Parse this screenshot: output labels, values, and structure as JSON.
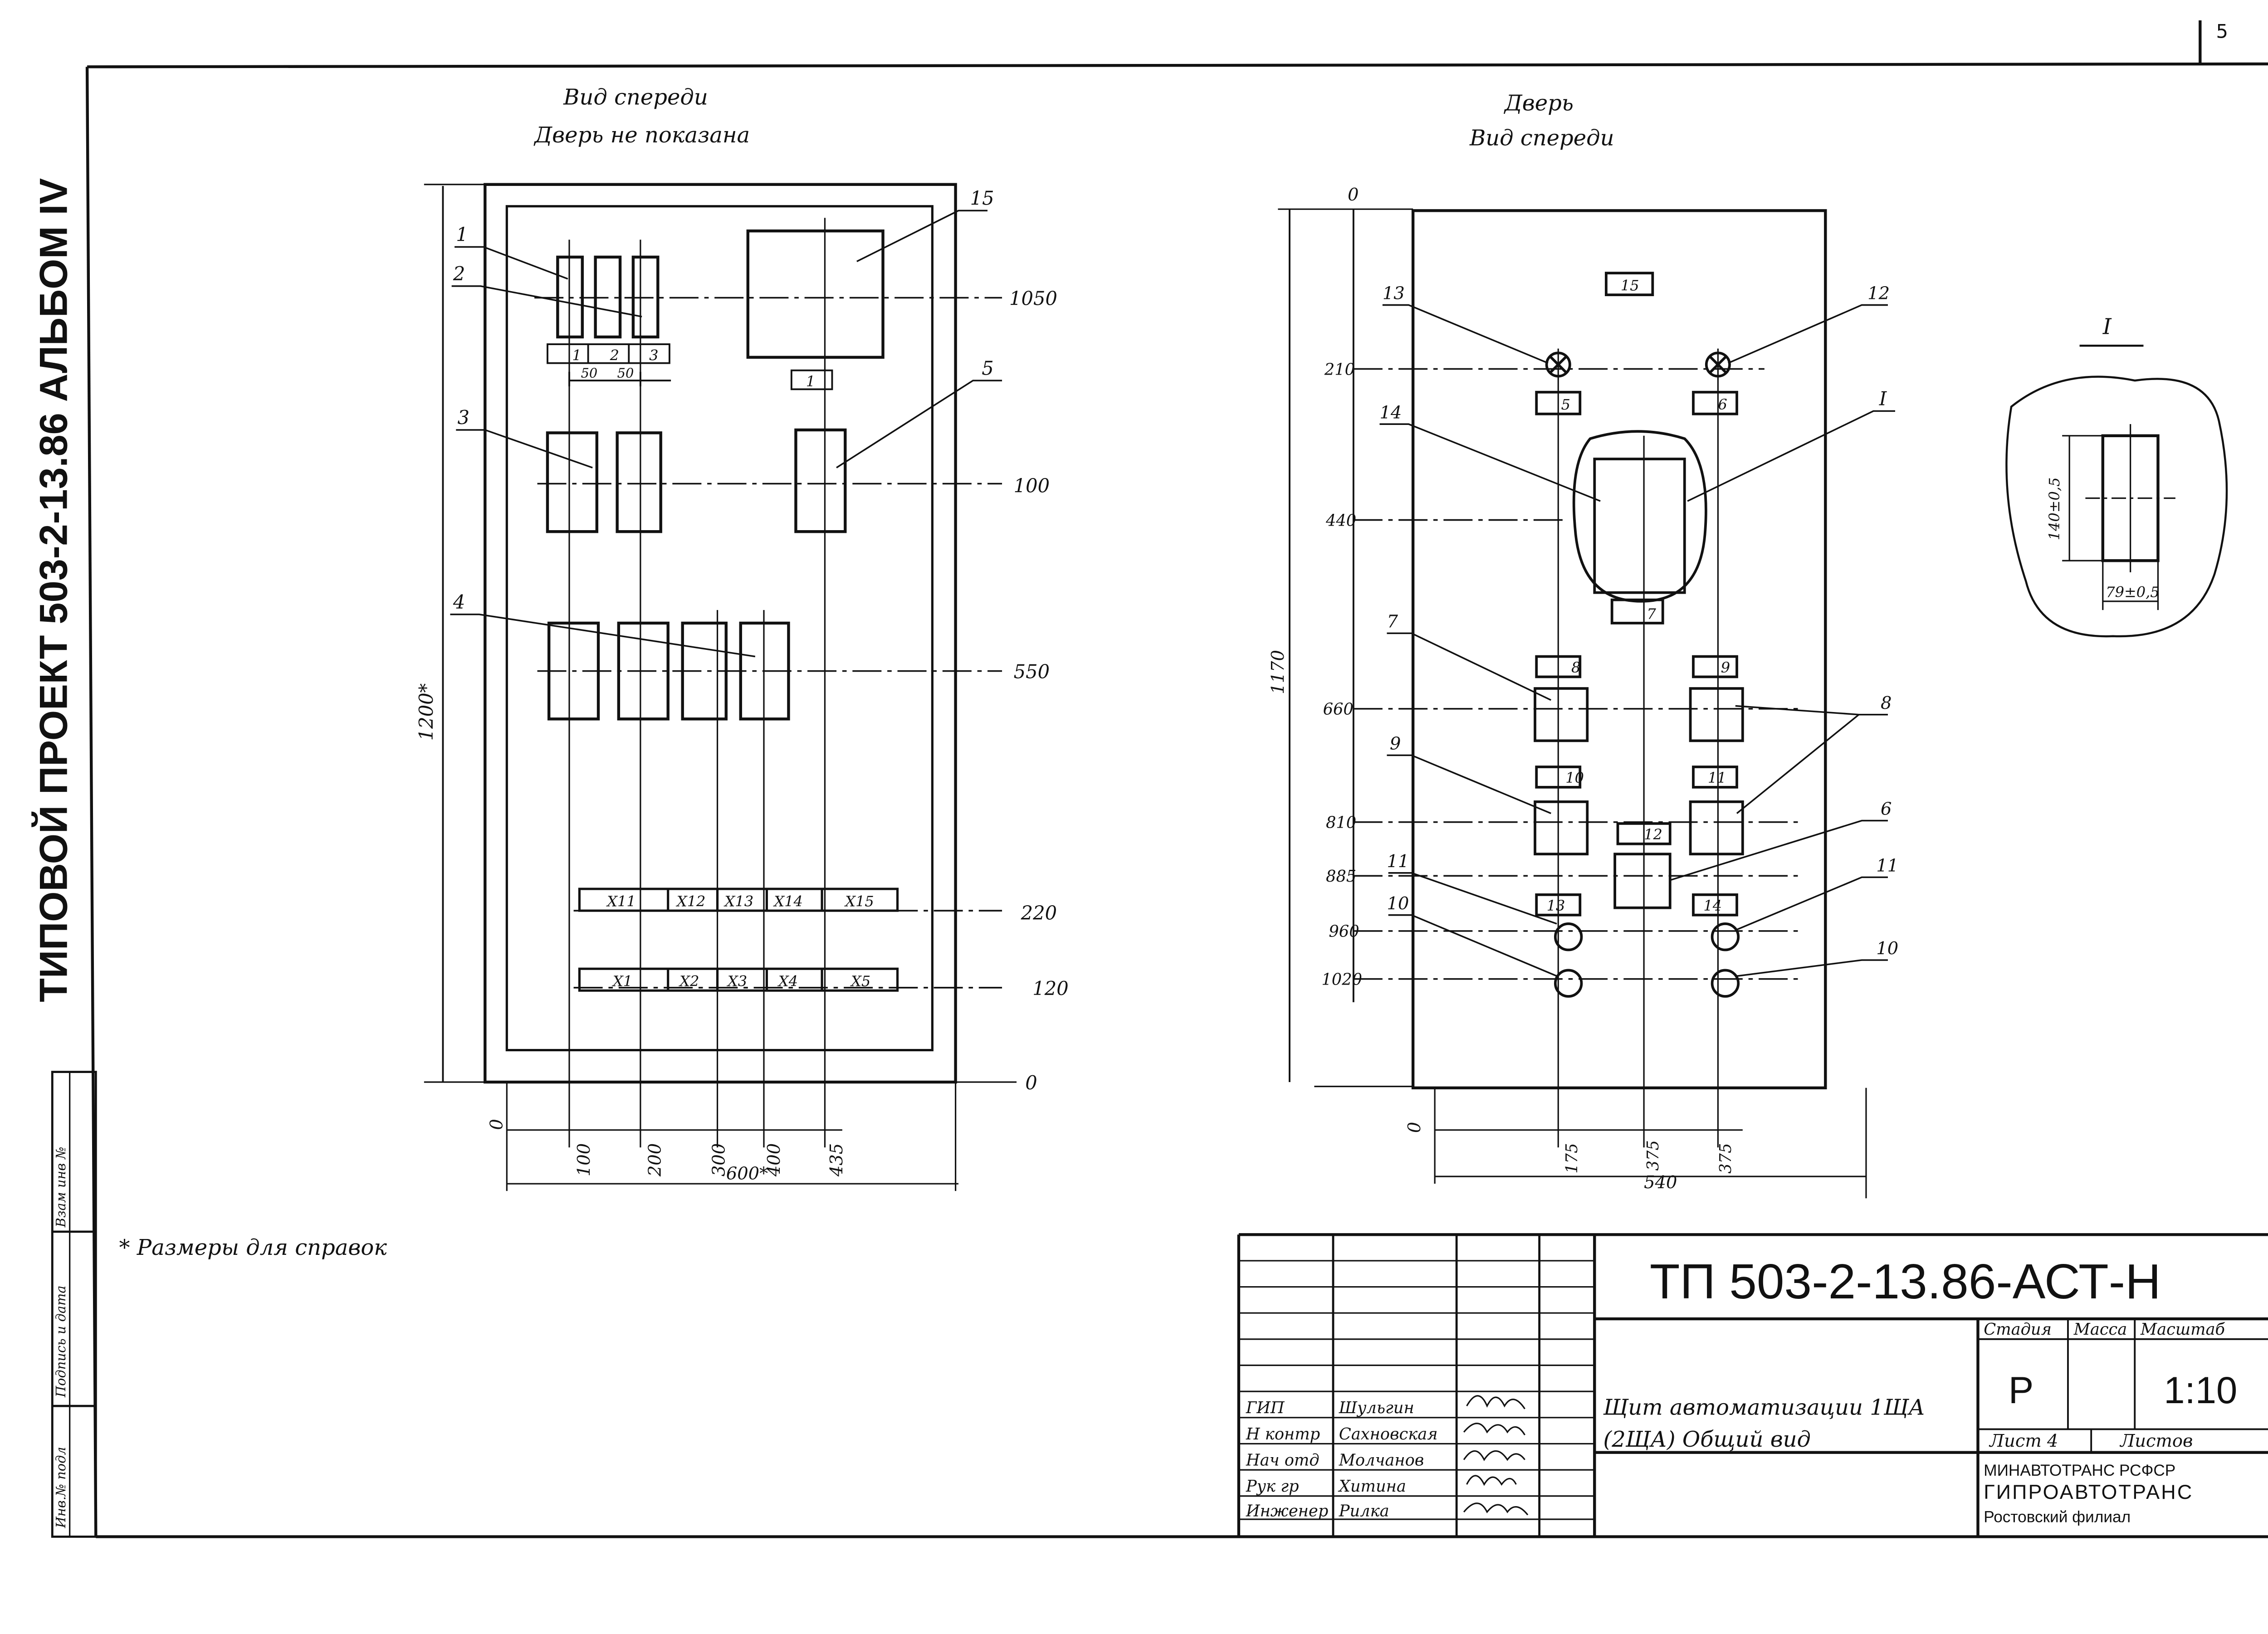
{
  "sheet_number": "5",
  "side_stamp_text": "ТИПОВОЙ ПРОЕКТ 503-2-13.86 АЛЬБОМ IV",
  "side_stamp_cells": [
    "Взам инв №",
    "Подпись и дата",
    "Инв.№ подл"
  ],
  "front_view": {
    "title_line1": "Вид спереди",
    "title_line2": "Дверь не показана",
    "height_dim": "1200*",
    "level_labels": [
      "1050",
      "100",
      "550",
      "220",
      "120",
      "0"
    ],
    "callouts": [
      "1",
      "2",
      "3",
      "4",
      "5",
      "15"
    ],
    "device_tags": [
      "1",
      "2",
      "3",
      "1"
    ],
    "spacing_labels": [
      "50",
      "50"
    ],
    "terminal_top": [
      "X11",
      "X12",
      "X13",
      "X14",
      "X15"
    ],
    "terminal_bottom": [
      "X1",
      "X2",
      "X3",
      "X4",
      "X5"
    ],
    "bottom_dims": [
      "0",
      "100",
      "200",
      "300",
      "400",
      "435",
      "600*"
    ]
  },
  "door_view": {
    "title_line1": "Дверь",
    "title_line2": "Вид спереди",
    "height_dim": "1170",
    "level_labels": [
      "0",
      "210",
      "440",
      "660",
      "810",
      "885",
      "960",
      "1020"
    ],
    "callouts": [
      "13",
      "12",
      "14",
      "I",
      "7",
      "8",
      "9",
      "6",
      "11",
      "11",
      "10",
      "10"
    ],
    "device_tags": [
      "15",
      "5",
      "6",
      "7",
      "8",
      "9",
      "10",
      "11",
      "12",
      "13",
      "14"
    ],
    "bottom_dims": [
      "0",
      "175",
      "375",
      "375",
      "540"
    ]
  },
  "detail": {
    "mark": "I",
    "height_label": "140±0,5",
    "width_label": "79±0,5"
  },
  "footnote": "* Размеры для справок",
  "title_block": {
    "doc_code": "ТП 503-2-13.86-АСТ-Н",
    "description_line1": "Щит автоматизации 1ЩА",
    "description_line2": "(2ЩА) Общий вид",
    "header_stage": "Стадия",
    "header_mass": "Масса",
    "header_scale": "Масштаб",
    "stage_value": "Р",
    "scale_value": "1:10",
    "sheet_label": "Лист 4",
    "sheets_label": "Листов",
    "organization_line1": "МИНАВТОТРАНС РСФСР",
    "organization_line2": "ГИПРОАВТОТРАНС",
    "organization_line3": "Ростовский филиал",
    "signatures": [
      {
        "role": "ГИП",
        "name": "Шульгин"
      },
      {
        "role": "Н контр",
        "name": "Сахновская"
      },
      {
        "role": "Нач отд",
        "name": "Молчанов"
      },
      {
        "role": "Рук гр",
        "name": "Хитина"
      },
      {
        "role": "Инженер",
        "name": "Рилка"
      }
    ]
  }
}
